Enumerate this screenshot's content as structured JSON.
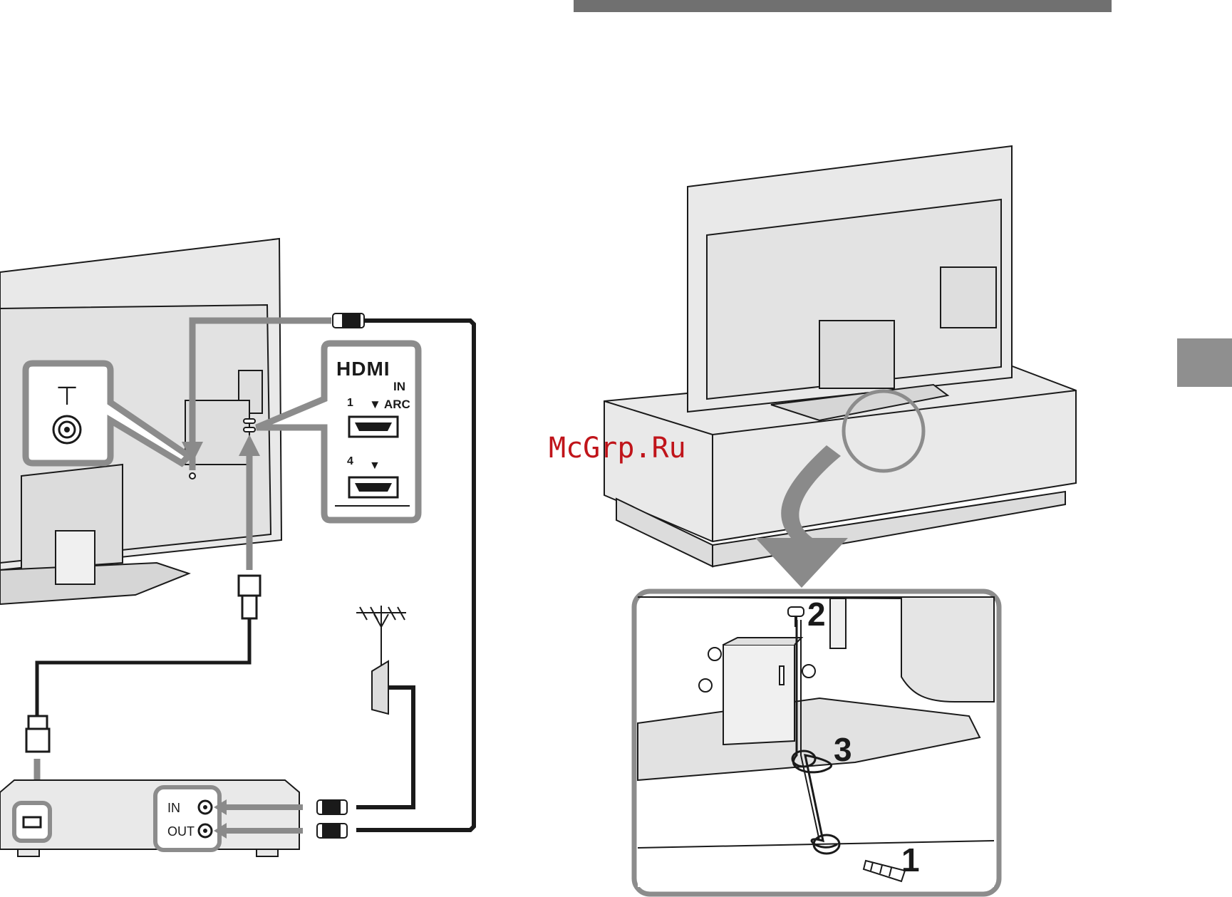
{
  "tv_panel": {
    "antenna_symbol": "⊤",
    "hdmi_logo": "HDMI",
    "hdmi_in": "IN",
    "port1_number": "1",
    "port1_arc": "▼ ARC",
    "port4_number": "4",
    "port4_marker": "▼"
  },
  "recorder": {
    "in_label": "IN",
    "out_label": "OUT"
  },
  "strap_steps": {
    "step1": "1",
    "step2": "2",
    "step3": "3"
  },
  "watermark": "McGrp.Ru",
  "colors": {
    "outline": "#1a1a1a",
    "tv_fill": "#e9e9e9",
    "callout_gray": "#8c8c8c",
    "arrow_gray": "#8a8a8a",
    "tab_gray": "#8f8f8f",
    "watermark_red": "#c0141a"
  },
  "icons": [
    "antenna-socket-icon",
    "aerial-icon",
    "hdmi-port-icon",
    "rf-plug-icon",
    "screw-icon"
  ]
}
